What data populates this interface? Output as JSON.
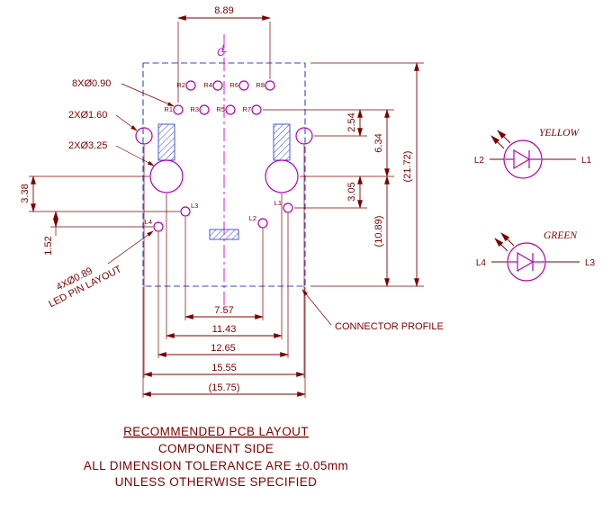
{
  "drawing": {
    "notes": {
      "title": "RECOMMENDED PCB LAYOUT",
      "line2": "COMPONENT SIDE",
      "line3": "ALL DIMENSION TOLERANCE ARE ±0.05mm",
      "line4": "UNLESS OTHERWISE SPECIFIED"
    },
    "callouts": {
      "pad_holes": "8XØ0.90",
      "side_holes": "2XØ1.60",
      "post_holes": "2XØ3.25",
      "led_dia": "4XØ0.89",
      "led_layout": "LED PIN LAYOUT",
      "connector_profile": "CONNECTOR PROFILE"
    },
    "dims": {
      "pad_span": "8.89",
      "pad_to_hole": "2.54",
      "pad_to_post": "6.34",
      "overall_height": "(21.72)",
      "post_to_led_right": "3.05",
      "post_to_bottom": "(10.89)",
      "post_to_led_left": "3.38",
      "led_row_gap": "1.52",
      "led_inner_span": "7.57",
      "post_span": "11.43",
      "led_outer_span": "12.65",
      "hole_span": "15.55",
      "profile_width": "(15.75)"
    },
    "centerline": {
      "c": "C",
      "l": "L"
    },
    "pads": [
      "R1",
      "R2",
      "R3",
      "R4",
      "R5",
      "R6",
      "R7",
      "R8"
    ],
    "led_pins": [
      "L1",
      "L2",
      "L3",
      "L4"
    ],
    "leds": [
      {
        "name": "YELLOW",
        "left_pin": "L2",
        "right_pin": "L1"
      },
      {
        "name": "GREEN",
        "left_pin": "L4",
        "right_pin": "L3"
      }
    ],
    "colors": {
      "dimension": "#7d0000",
      "geometry": "#b000b0",
      "profile": "#3344dd",
      "centerline": "#d400d4",
      "hatch": "#3344dd"
    }
  }
}
